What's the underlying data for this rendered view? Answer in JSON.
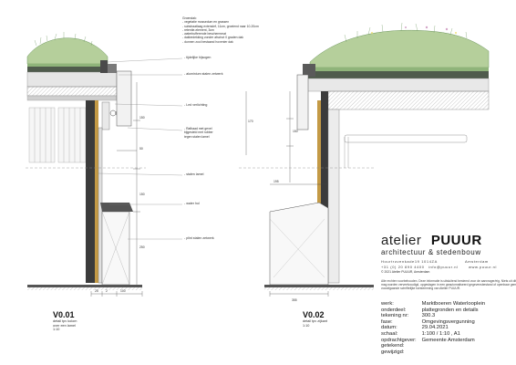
{
  "notes": {
    "heading": "Groendak:",
    "lines": [
      "- vegetatie mossedum en grassen",
      "- substraatlaag extensief, 11cm, groeiend naar 10-20cm",
      "- retentie-element, 3cm",
      "- waterbufferende beschermmat",
      "- dakbedekking zonder afschot 0 graden dak",
      "- dunnen zooi bestaand hovenier dak"
    ]
  },
  "annotations": {
    "planter": "- tijdelijke hijsogen",
    "frame": "- aluminium stalen zetwerk",
    "led": "- Led verlichting",
    "fascia": [
      "- Rafbaad met gevel",
      "bijgesteld met rubber",
      "tegen stalen lamel"
    ],
    "lamel": "- stalen lamel",
    "hol": "- water hol",
    "profile": "- plint stalen zetwerk"
  },
  "dimensions": {
    "d150a": "150",
    "d50": "50",
    "d150b": "150",
    "d250": "250",
    "d195": "195",
    "d150c": "150",
    "d170": "170",
    "d25": "25",
    "d355": "355",
    "d100": "100",
    "d2": "2"
  },
  "details": [
    {
      "code": "V0.01",
      "desc": [
        "detail tpv kolom",
        "over een lamel"
      ],
      "scale": "1:10"
    },
    {
      "code": "V0.02",
      "desc": [
        "detail tpv zijkant"
      ],
      "scale": "1:10"
    }
  ],
  "brand": {
    "name_light": "atelier",
    "name_bold": "PUUUR",
    "tagline": "architectuur & stedenbouw",
    "address": [
      "Hourtrovenkade19   1014ZA",
      "Amsterdam"
    ],
    "contact": [
      "+31 (0) 20 890 4400",
      "info@puuur.nl",
      "www.puuur.nl"
    ],
    "copyright": "© 2021 Atelier PUUUR, Amsterdam"
  },
  "disclaimer": "Alle rechten voorbehouden. Deze informatie is uitsluitend bestemd voor de aanvrager/eig. Niets uit dit document mag worden verveelvoudigd, opgeslagen in een geautomatiseerd gegevensbestand of openbaar gemaakt zonder voorafgaande schriftelijke toestemming van Atelier PUUUR.",
  "titleblock": [
    {
      "key": "werk:",
      "value": "Marktboeren Waterlooplein"
    },
    {
      "key": "onderdeel:",
      "value": "plattegronden en details"
    },
    {
      "key": "tekening nr:",
      "value": "300.3"
    },
    {
      "key": "fase:",
      "value": "Omgevingsvergunning"
    },
    {
      "key": "datum:",
      "value": "29.04.2021"
    },
    {
      "key": "schaal:",
      "value": "1:100 / 1:10 , A1"
    },
    {
      "key": "opdrachtgever:",
      "value": "Gemeente Amsterdam"
    },
    {
      "key": "getekend:",
      "value": ""
    },
    {
      "key": "gewijzigd:",
      "value": ""
    }
  ],
  "colors": {
    "vegetation": "#b5cf9b",
    "vegetation_dark": "#6f9860",
    "roof_dark": "#4f5b4c",
    "steel": "#3b3b3b",
    "wood": "#c49a45",
    "line": "#555555"
  }
}
